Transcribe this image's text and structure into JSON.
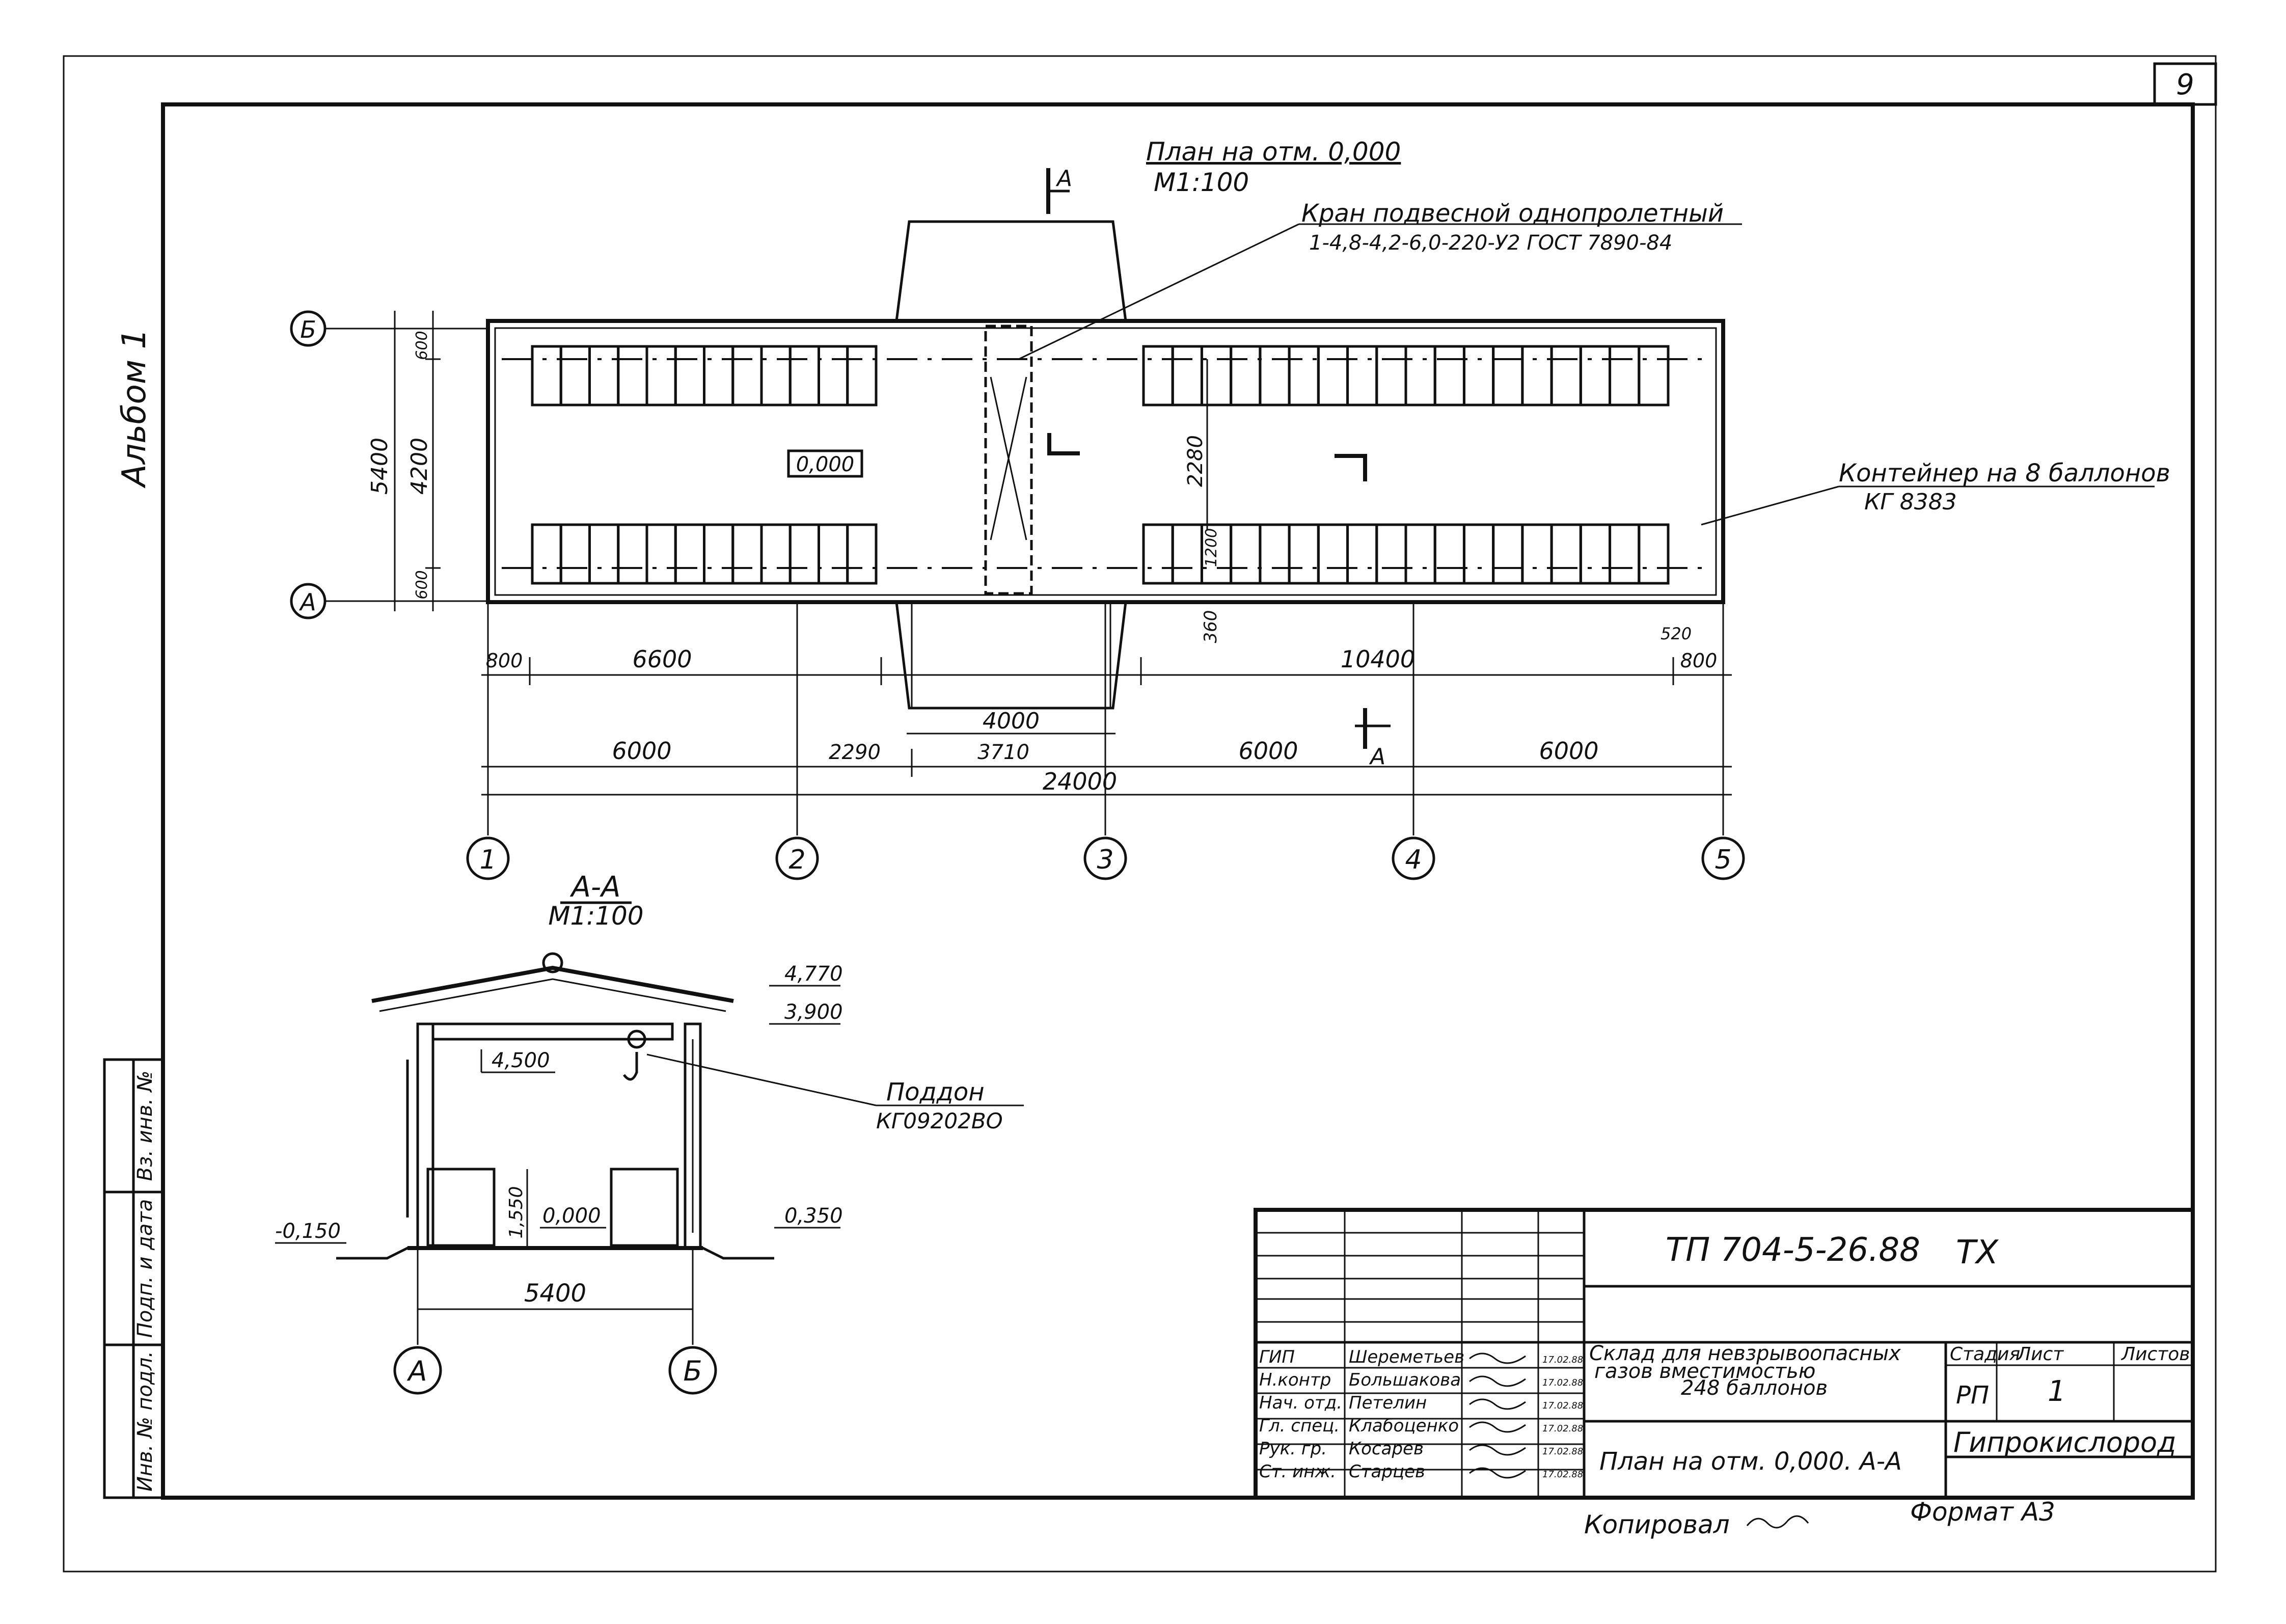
{
  "sheet_number": "9",
  "album_label": "Альбом 1",
  "plan": {
    "title": "План на отм. 0,000",
    "scale": "М1:100",
    "level_mark": "0,000",
    "section_mark_top": "А",
    "section_mark_bottom": "А",
    "crane_note_line1": "Кран подвесной однопролетный",
    "crane_note_line2": "1-4,8-4,2-6,0-220-У2  ГОСТ 7890-84",
    "container_note_line1": "Контейнер на 8 баллонов",
    "container_note_line2": "КГ 8383",
    "axes_letters": [
      "Б",
      "А"
    ],
    "axes_numbers": [
      "1",
      "2",
      "3",
      "4",
      "5"
    ],
    "dims_vertical": {
      "total": "5400",
      "top": "600",
      "mid": "4200",
      "bottom": "600"
    },
    "dims_inner": {
      "d2280": "2280",
      "d1200": "1200",
      "d360": "360",
      "d520": "520"
    },
    "dims_row1": [
      "800",
      "6600",
      "10400",
      "800"
    ],
    "dims_vestibule": "4000",
    "dims_row2": [
      "6000",
      "2290",
      "3710",
      "6000",
      "6000"
    ],
    "dims_total": "24000"
  },
  "section": {
    "title": "А-А",
    "scale": "М1:100",
    "marks": [
      "4,770",
      "3,900",
      "4,500",
      "1,550",
      "0,000",
      "0,350",
      "-0,150"
    ],
    "width": "5400",
    "axes": [
      "А",
      "Б"
    ],
    "pallet_note_line1": "Поддон",
    "pallet_note_line2": "КГ09202ВО"
  },
  "side_stamp": [
    "Инв. № подл.",
    "Подп. и дата",
    "Вз. инв. №"
  ],
  "title_block": {
    "code": "ТП 704-5-26.88",
    "code_suffix": "ТХ",
    "signers": [
      {
        "role": "ГИП",
        "name": "Шереметьев",
        "date": "17.02.88"
      },
      {
        "role": "Н.контр",
        "name": "Большакова",
        "date": "17.02.88"
      },
      {
        "role": "Нач. отд.",
        "name": "Петелин",
        "date": "17.02.88"
      },
      {
        "role": "Гл. спец.",
        "name": "Клабоценко",
        "date": "17.02.88"
      },
      {
        "role": "Рук. гр.",
        "name": "Косарев",
        "date": "17.02.88"
      },
      {
        "role": "Ст. инж.",
        "name": "Старцев",
        "date": "17.02.88"
      }
    ],
    "object_name_line1": "Склад для невзрывоопасных",
    "object_name_line2": "газов вместимостью",
    "object_name_line3": "248 баллонов",
    "sheet_name": "План на отм. 0,000. А-А",
    "stage_label": "Стадия",
    "sheet_label": "Лист",
    "sheets_label": "Листов",
    "stage": "РП",
    "sheet": "1",
    "organization": "Гипрокислород"
  },
  "footer": {
    "copied": "Копировал",
    "format": "Формат А3"
  }
}
